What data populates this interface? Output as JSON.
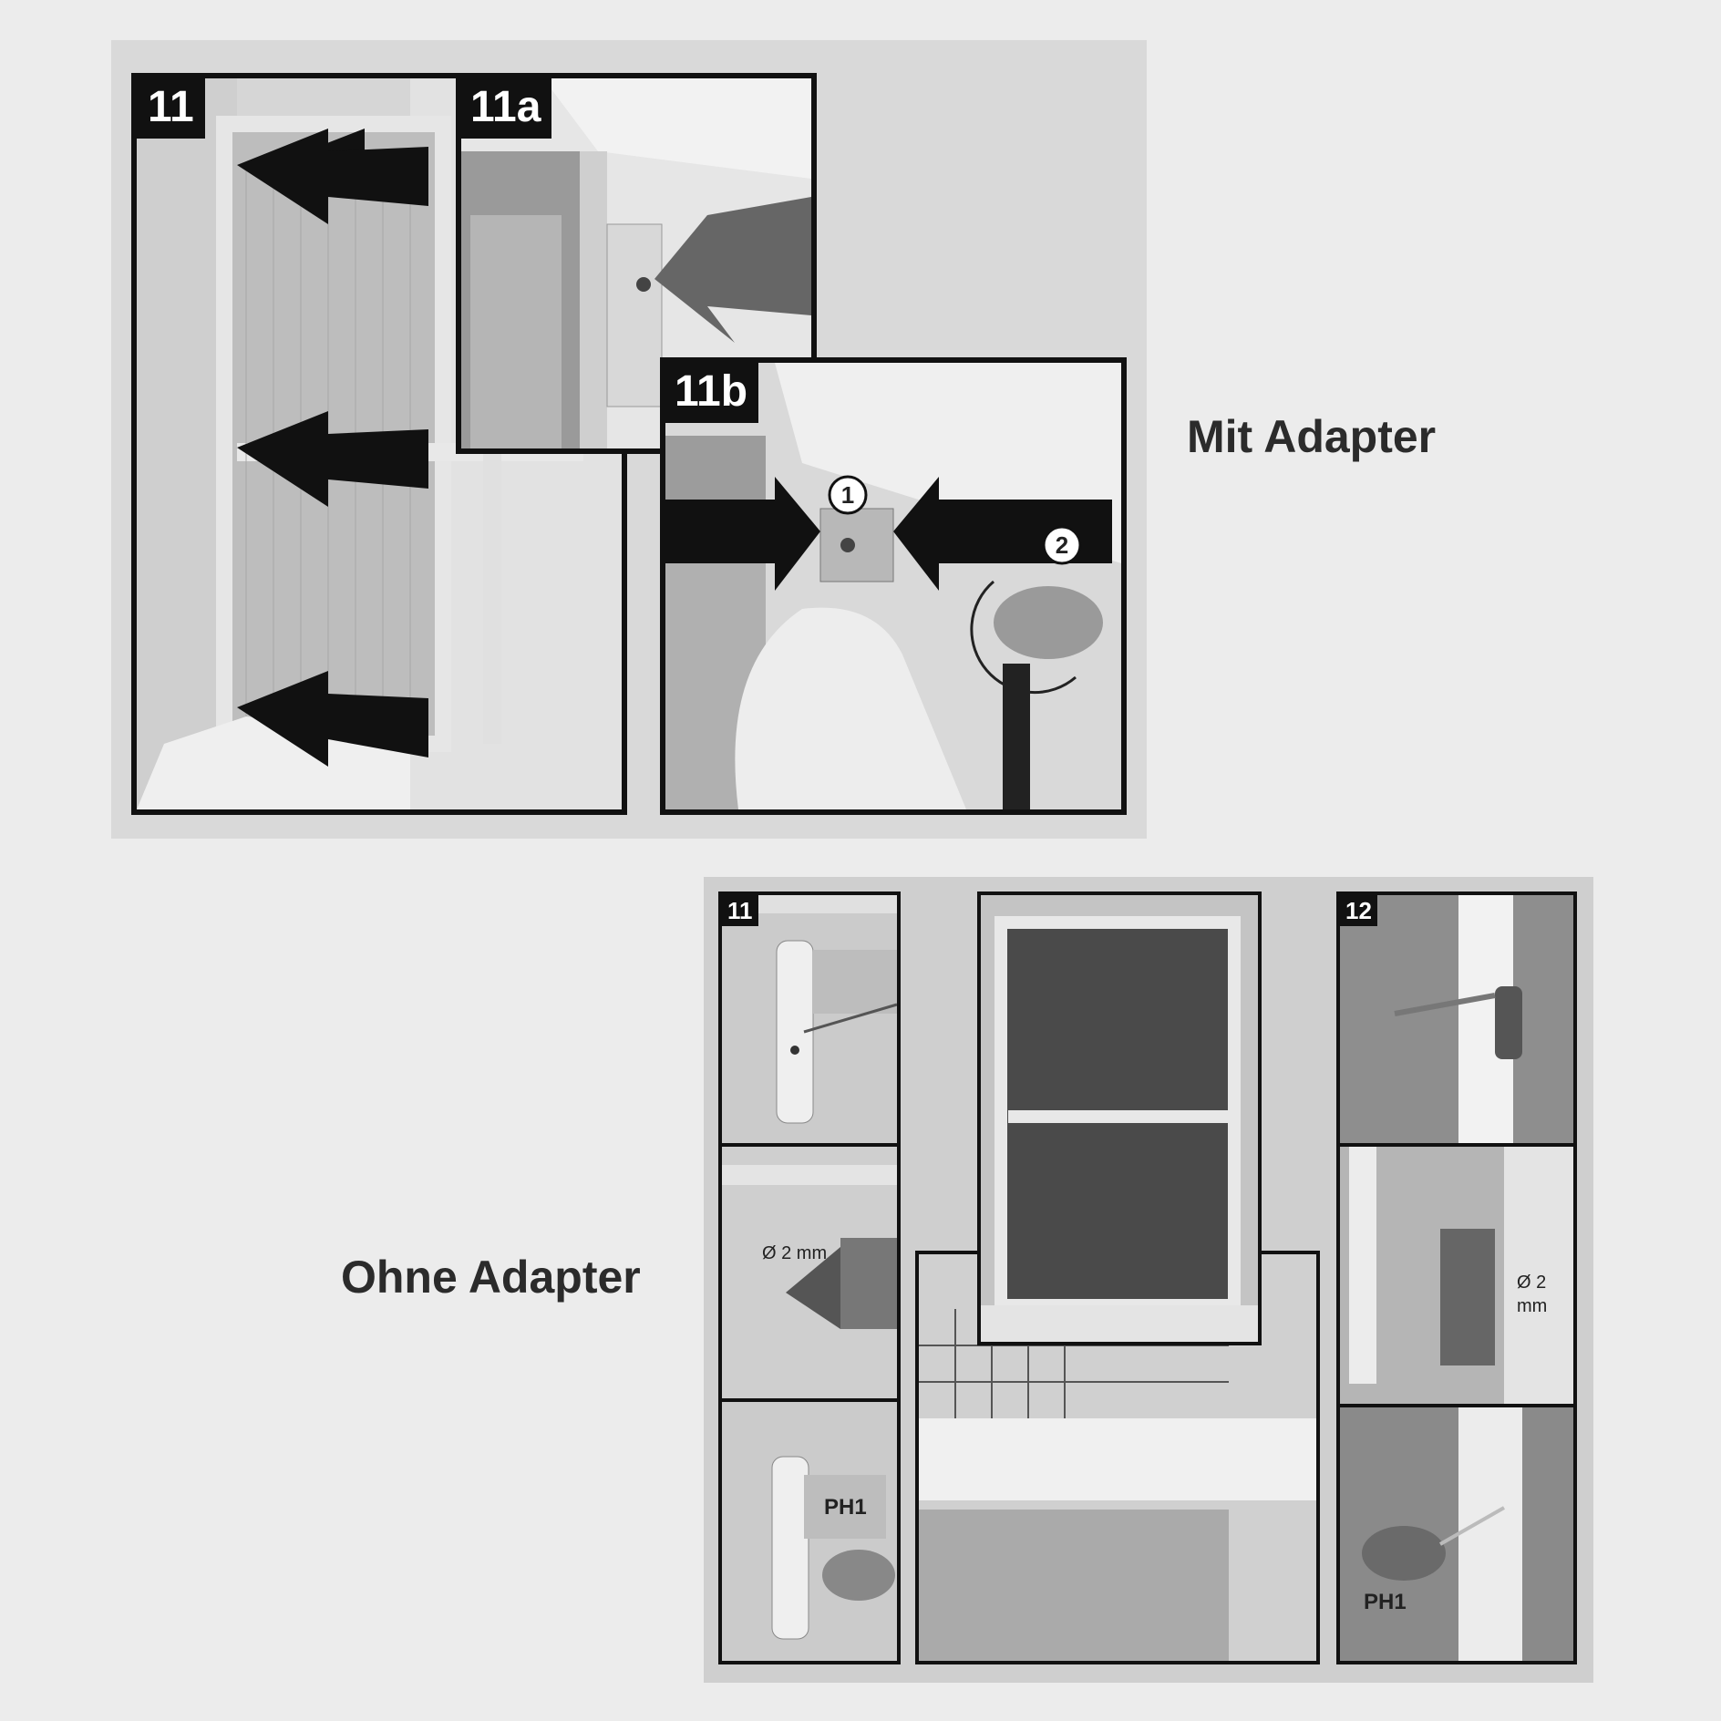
{
  "sections": {
    "with_adapter": {
      "label": "Mit Adapter",
      "steps": {
        "s11": "11",
        "s11a": "11a",
        "s11b": "11b"
      },
      "markers": {
        "m1": "1",
        "m2": "2"
      }
    },
    "without_adapter": {
      "label": "Ohne Adapter",
      "steps": {
        "s11": "11",
        "s12": "12"
      },
      "notes": {
        "drill_left": "Ø 2 mm",
        "drill_right_1": "Ø 2",
        "drill_right_2": "mm",
        "screwdriver_left": "PH1",
        "screwdriver_right": "PH1"
      }
    }
  },
  "colors": {
    "page": "#ececec",
    "panel": "#d9d9d9",
    "frame": "#111111"
  }
}
